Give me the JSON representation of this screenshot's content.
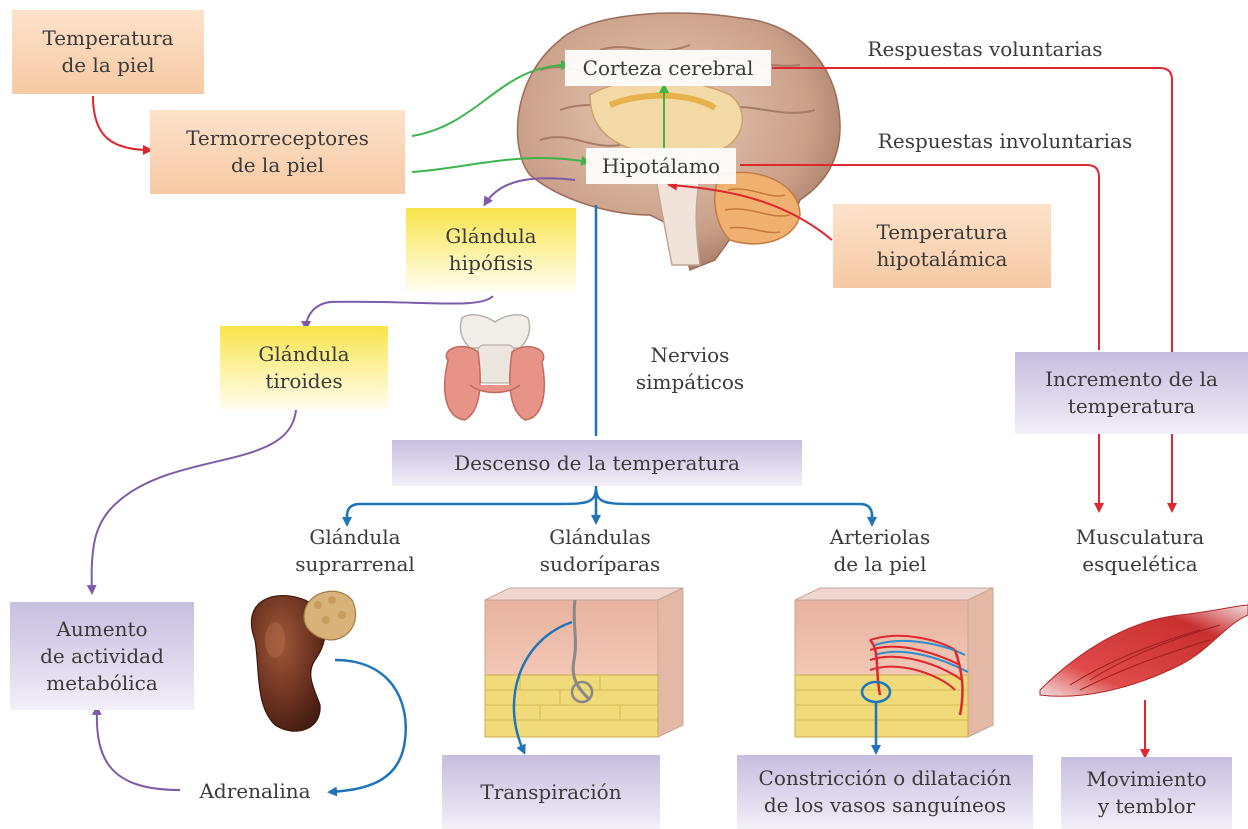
{
  "nodes": {
    "temp_piel": [
      "Temperatura",
      "de la piel"
    ],
    "termorreceptores": [
      "Termorreceptores",
      "de la piel"
    ],
    "corteza": [
      "Corteza cerebral"
    ],
    "hipotalamo": [
      "Hipotálamo"
    ],
    "temp_hipotalamica": [
      "Temperatura",
      "hipotalámica"
    ],
    "hipofisis": [
      "Glándula",
      "hipófisis"
    ],
    "tiroides": [
      "Glándula",
      "tiroides"
    ],
    "descenso": [
      "Descenso de la temperatura"
    ],
    "incremento": [
      "Incremento de la",
      "temperatura"
    ],
    "aumento": [
      "Aumento",
      "de actividad",
      "metabólica"
    ],
    "transpiracion": [
      "Transpiración"
    ],
    "constriccion": [
      "Constricción o dilatación",
      "de los vasos sanguíneos"
    ],
    "movimiento": [
      "Movimiento",
      "y temblor"
    ]
  },
  "labels": {
    "respuestas_voluntarias": [
      "Respuestas voluntarias"
    ],
    "respuestas_involuntarias": [
      "Respuestas involuntarias"
    ],
    "nervios": [
      "Nervios",
      "simpáticos"
    ],
    "suprarrenal": [
      "Glándula",
      "suprarrenal"
    ],
    "sudoriparas": [
      "Glándulas",
      "sudoríparas"
    ],
    "arteriolas": [
      "Arteriolas",
      "de la piel"
    ],
    "musculatura": [
      "Musculatura",
      "esquelética"
    ],
    "adrenalina": [
      "Adrenalina"
    ]
  },
  "illustrations": [
    "brain-illustration",
    "thyroid-gland-illustration",
    "adrenal-gland-illustration",
    "skin-sweat-gland-illustration",
    "skin-arterioles-illustration",
    "muscle-illustration"
  ],
  "colors": {
    "red": "#e0262e",
    "green": "#3db54a",
    "purple": "#7e5ba8",
    "blue": "#1f75b8",
    "box_orange": "#f6c9a4",
    "box_yellow": "#f8e34a",
    "box_purple": "#c7bedf"
  }
}
